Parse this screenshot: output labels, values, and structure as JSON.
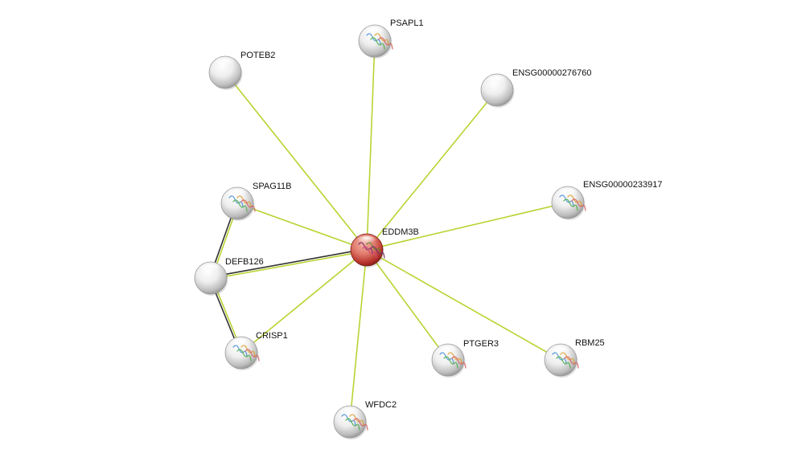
{
  "center": "EDDM3B",
  "colors": {
    "text_mining_edge": "#b8d433",
    "coexpression_edge": "#333333",
    "center_node": "#c0392b",
    "neighbor_node": "#d9d9d9"
  },
  "nodes": [
    {
      "id": "EDDM3B",
      "label": "EDDM3B",
      "structure": true
    },
    {
      "id": "PSAPL1",
      "label": "PSAPL1",
      "structure": true
    },
    {
      "id": "POTEB2",
      "label": "POTEB2",
      "structure": false
    },
    {
      "id": "ENSG00000276760",
      "label": "ENSG00000276760",
      "structure": false
    },
    {
      "id": "ENSG00000233917",
      "label": "ENSG00000233917",
      "structure": true
    },
    {
      "id": "SPAG11B",
      "label": "SPAG11B",
      "structure": true
    },
    {
      "id": "DEFB126",
      "label": "DEFB126",
      "structure": false
    },
    {
      "id": "CRISP1",
      "label": "CRISP1",
      "structure": true
    },
    {
      "id": "PTGER3",
      "label": "PTGER3",
      "structure": true
    },
    {
      "id": "RBM25",
      "label": "RBM25",
      "structure": true
    },
    {
      "id": "WFDC2",
      "label": "WFDC2",
      "structure": true
    }
  ],
  "edges": [
    {
      "from": "EDDM3B",
      "to": "PSAPL1",
      "types": [
        "text_mining"
      ]
    },
    {
      "from": "EDDM3B",
      "to": "POTEB2",
      "types": [
        "text_mining"
      ]
    },
    {
      "from": "EDDM3B",
      "to": "ENSG00000276760",
      "types": [
        "text_mining"
      ]
    },
    {
      "from": "EDDM3B",
      "to": "ENSG00000233917",
      "types": [
        "text_mining"
      ]
    },
    {
      "from": "EDDM3B",
      "to": "SPAG11B",
      "types": [
        "text_mining"
      ]
    },
    {
      "from": "EDDM3B",
      "to": "DEFB126",
      "types": [
        "text_mining",
        "coexpression"
      ]
    },
    {
      "from": "EDDM3B",
      "to": "CRISP1",
      "types": [
        "text_mining"
      ]
    },
    {
      "from": "EDDM3B",
      "to": "PTGER3",
      "types": [
        "text_mining"
      ]
    },
    {
      "from": "EDDM3B",
      "to": "RBM25",
      "types": [
        "text_mining"
      ]
    },
    {
      "from": "EDDM3B",
      "to": "WFDC2",
      "types": [
        "text_mining"
      ]
    },
    {
      "from": "SPAG11B",
      "to": "DEFB126",
      "types": [
        "text_mining",
        "coexpression"
      ]
    },
    {
      "from": "DEFB126",
      "to": "CRISP1",
      "types": [
        "text_mining",
        "coexpression"
      ]
    }
  ]
}
